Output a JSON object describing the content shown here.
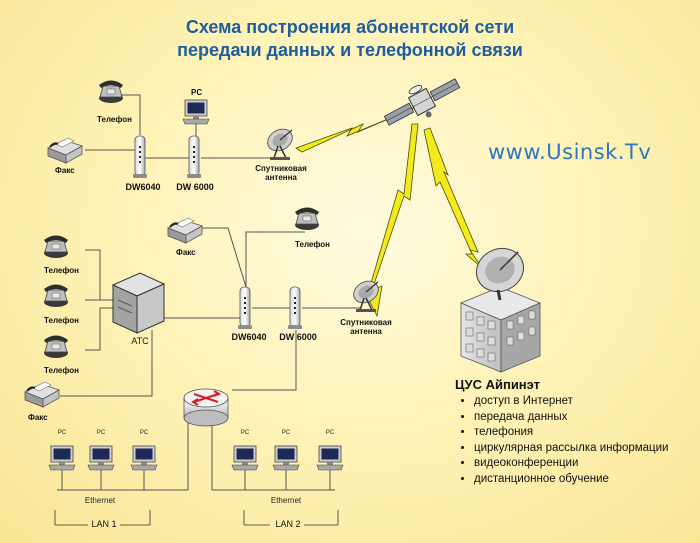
{
  "title": {
    "line1": "Схема построения абонентской сети",
    "line2": "передачи данных и телефонной связи"
  },
  "watermark": "www.Usinsk.Tv",
  "top_group": {
    "telephone": "Телефон",
    "fax": "Факс",
    "pc": "PC",
    "modem_a": "DW6040",
    "modem_b": "DW 6000",
    "antenna_line1": "Спутниковая",
    "antenna_line2": "антенна"
  },
  "mid_group": {
    "telephone": "Телефон",
    "fax": "Факс",
    "modem_a": "DW6040",
    "modem_b": "DW 6000",
    "antenna_line1": "Спутниковая",
    "antenna_line2": "антенна"
  },
  "pbx_group": {
    "telephone_1": "Телефон",
    "telephone_2": "Телефон",
    "telephone_3": "Телефон",
    "fax": "Факс",
    "pbx": "АТС"
  },
  "lan1": {
    "pc_labels": [
      "PC",
      "PC",
      "PC"
    ],
    "ethernet": "Ethernet",
    "name": "LAN 1"
  },
  "lan2": {
    "pc_labels": [
      "PC",
      "PC",
      "PC"
    ],
    "ethernet": "Ethernet",
    "name": "LAN 2"
  },
  "hub": {
    "title": "ЦУС Айпинэт",
    "services": [
      "доступ в Интернет",
      "передача данных",
      "телефония",
      "циркулярная рассылка информации",
      "видеоконференции",
      "дистанционное обучение"
    ]
  },
  "colors": {
    "title": "#1d5f9e",
    "watermark": "#2f76c2",
    "lightning": "#f2ea1a",
    "line": "#555555"
  },
  "icons": [
    "satellite-icon",
    "satellite-dish-icon",
    "telephone-icon",
    "fax-icon",
    "pc-icon",
    "modem-icon",
    "pbx-icon",
    "router-icon",
    "building-icon"
  ]
}
